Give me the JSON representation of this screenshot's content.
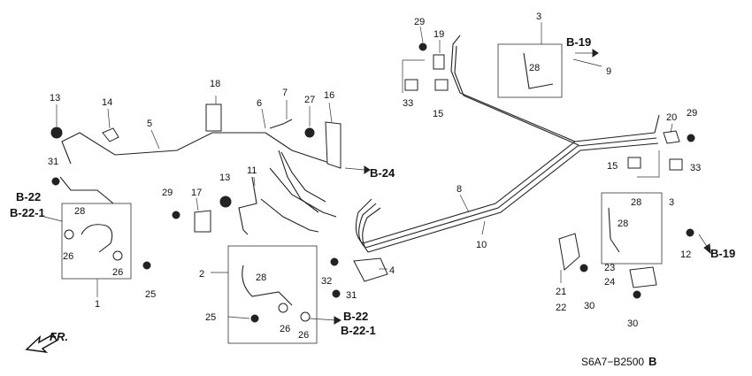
{
  "callouts": [
    "29",
    "3",
    "19",
    "B-19",
    "28",
    "9",
    "33",
    "15",
    "18",
    "7",
    "27",
    "16",
    "13",
    "14",
    "5",
    "6",
    "20",
    "29",
    "15",
    "33",
    "31",
    "B-24",
    "B-22",
    "B-22-1",
    "28",
    "8",
    "13",
    "11",
    "17",
    "29",
    "3",
    "28",
    "28",
    "26",
    "26",
    "10",
    "12",
    "B-19",
    "25",
    "2",
    "4",
    "28",
    "32",
    "31",
    "21",
    "22",
    "23",
    "24",
    "30",
    "30",
    "25",
    "26",
    "26",
    "B-22",
    "B-22-1",
    "1"
  ],
  "direction_label": "FR.",
  "diagram_code": "S6A7−B2500",
  "diagram_code_suffix": "B"
}
